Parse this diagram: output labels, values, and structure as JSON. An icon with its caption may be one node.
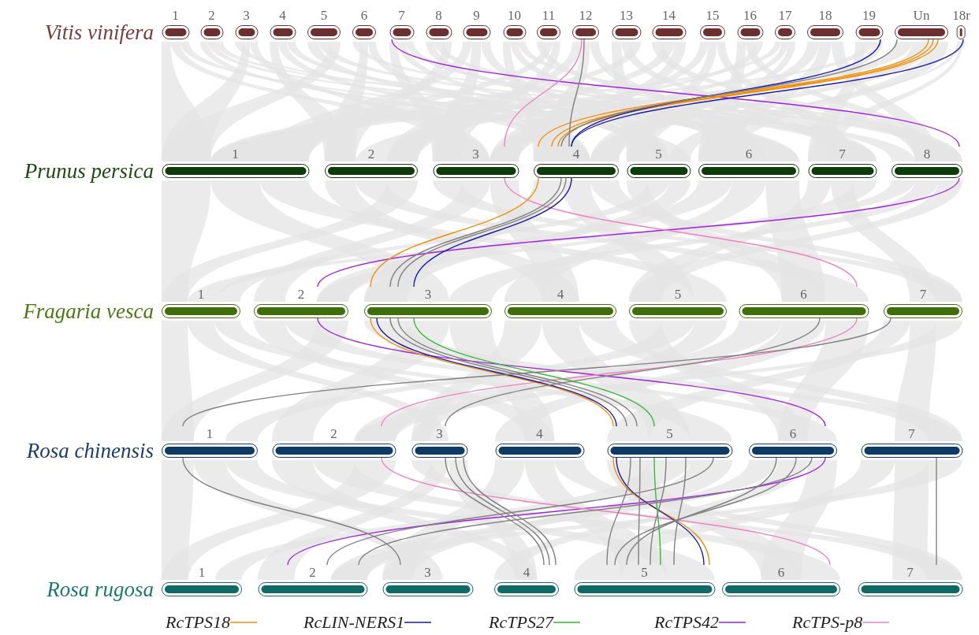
{
  "diagram": {
    "nodes": [
      {
        "text": [
          "1"
        ]
      },
      {
        "text": [
          "2"
        ]
      },
      {
        "text": [
          "3"
        ]
      },
      {
        "text": [
          "4"
        ]
      },
      {
        "text": [
          "5"
        ]
      },
      {
        "text": [
          "6"
        ]
      },
      {
        "text": [
          "7"
        ]
      },
      {
        "text": [
          "8"
        ]
      },
      {
        "text": [
          "9"
        ]
      },
      {
        "text": [
          "10"
        ]
      },
      {
        "text": [
          "11"
        ]
      },
      {
        "text": [
          "12"
        ]
      },
      {
        "text": [
          "13"
        ]
      },
      {
        "text": [
          "14"
        ]
      },
      {
        "text": [
          "15"
        ]
      },
      {
        "text": [
          "16"
        ]
      },
      {
        "text": [
          "17"
        ]
      },
      {
        "text": [
          "18"
        ]
      },
      {
        "text": [
          "19"
        ]
      },
      {
        "text": [
          "Un"
        ]
      },
      {
        "text": [
          "18r"
        ]
      },
      {
        "text": [
          "1"
        ]
      },
      {
        "text": [
          "2"
        ]
      },
      {
        "text": [
          "3"
        ]
      },
      {
        "text": [
          "4"
        ]
      },
      {
        "text": [
          "5"
        ]
      },
      {
        "text": [
          "6"
        ]
      },
      {
        "text": [
          "7"
        ]
      },
      {
        "text": [
          "8"
        ]
      },
      {
        "text": [
          "1"
        ]
      },
      {
        "text": [
          "2"
        ]
      },
      {
        "text": [
          "3"
        ]
      },
      {
        "text": [
          "4"
        ]
      },
      {
        "text": [
          "5"
        ]
      },
      {
        "text": [
          "6"
        ]
      },
      {
        "text": [
          "7"
        ]
      },
      {
        "text": [
          "1"
        ]
      },
      {
        "text": [
          "2"
        ]
      },
      {
        "text": [
          "3"
        ]
      },
      {
        "text": [
          "4"
        ]
      },
      {
        "text": [
          "5"
        ]
      },
      {
        "text": [
          "6"
        ]
      },
      {
        "text": [
          "7"
        ]
      },
      {
        "text": [
          "1"
        ]
      },
      {
        "text": [
          "2"
        ]
      },
      {
        "text": [
          "3"
        ]
      },
      {
        "text": [
          "4"
        ]
      },
      {
        "text": [
          "5"
        ]
      },
      {
        "text": [
          "6"
        ]
      },
      {
        "text": [
          "7"
        ]
      }
    ],
    "edges": [
      {
        "from": 6,
        "to": 28,
        "arrow": "none",
        "color": "#a020e0"
      },
      {
        "from": 28,
        "to": 30,
        "arrow": "none",
        "color": "#a020e0"
      },
      {
        "from": 30,
        "to": 41,
        "arrow": "none",
        "color": "#a020e0"
      },
      {
        "from": 41,
        "to": 44,
        "arrow": "none",
        "color": "#a020e0"
      },
      {
        "from": 11,
        "to": 23,
        "arrow": "none",
        "color": "#f080c0"
      },
      {
        "from": 23,
        "to": 34,
        "arrow": "none",
        "color": "#f080c0"
      },
      {
        "from": 34,
        "to": 37,
        "arrow": "none",
        "color": "#f080c0"
      },
      {
        "from": 37,
        "to": 48,
        "arrow": "none",
        "color": "#f080c0"
      },
      {
        "from": 19,
        "to": 24,
        "arrow": "none",
        "color": "#f0900a"
      },
      {
        "from": 19,
        "to": 24,
        "arrow": "none",
        "color": "#f0900a"
      },
      {
        "from": 19,
        "to": 24,
        "arrow": "none",
        "color": "#f0900a"
      },
      {
        "from": 24,
        "to": 31,
        "arrow": "none",
        "color": "#f0900a"
      },
      {
        "from": 31,
        "to": 40,
        "arrow": "none",
        "color": "#f0900a"
      },
      {
        "from": 40,
        "to": 47,
        "arrow": "none",
        "color": "#f0900a"
      },
      {
        "from": 18,
        "to": 24,
        "arrow": "none",
        "color": "#1a1aa8"
      },
      {
        "from": 20,
        "to": 24,
        "arrow": "none",
        "color": "#1a1aa8"
      },
      {
        "from": 24,
        "to": 31,
        "arrow": "none",
        "color": "#1a1aa8"
      },
      {
        "from": 31,
        "to": 40,
        "arrow": "none",
        "color": "#1a1aa8"
      },
      {
        "from": 40,
        "to": 47,
        "arrow": "none",
        "color": "#1a1aa8"
      },
      {
        "from": 31,
        "to": 40,
        "arrow": "none",
        "color": "#33bb33"
      },
      {
        "from": 40,
        "to": 47,
        "arrow": "none",
        "color": "#33bb33"
      },
      {
        "from": 11,
        "to": 24,
        "arrow": "none"
      },
      {
        "from": 19,
        "to": 24,
        "arrow": "none"
      },
      {
        "from": 24,
        "to": 31,
        "arrow": "none"
      },
      {
        "from": 24,
        "to": 31,
        "arrow": "none"
      },
      {
        "from": 31,
        "to": 40,
        "arrow": "none"
      },
      {
        "from": 31,
        "to": 40,
        "arrow": "none"
      },
      {
        "from": 34,
        "to": 38,
        "arrow": "none"
      },
      {
        "from": 35,
        "to": 36,
        "arrow": "none"
      },
      {
        "from": 36,
        "to": 45,
        "arrow": "none"
      },
      {
        "from": 38,
        "to": 46,
        "arrow": "none"
      },
      {
        "from": 38,
        "to": 46,
        "arrow": "none"
      },
      {
        "from": 38,
        "to": 46,
        "arrow": "none"
      },
      {
        "from": 40,
        "to": 47,
        "arrow": "none"
      },
      {
        "from": 40,
        "to": 47,
        "arrow": "none"
      },
      {
        "from": 40,
        "to": 47,
        "arrow": "none"
      },
      {
        "from": 40,
        "to": 47,
        "arrow": "none"
      },
      {
        "from": 41,
        "to": 47,
        "arrow": "none"
      },
      {
        "from": 41,
        "to": 47,
        "arrow": "none"
      },
      {
        "from": 40,
        "to": 44,
        "arrow": "none"
      },
      {
        "from": 41,
        "to": 44,
        "arrow": "none"
      },
      {
        "from": 42,
        "to": 49,
        "arrow": "none"
      }
    ],
    "labels": [
      "Vitis vinifera",
      "Prunus persica",
      "Fragaria vesca",
      "Rosa chinensis",
      "Rosa rugosa"
    ],
    "legend": [
      {
        "text": "RcTPS18"
      },
      {
        "text": "RcLIN-NERS1"
      },
      {
        "text": "RcTPS27"
      },
      {
        "text": "RcTPS42"
      },
      {
        "text": "RcTPS-p8"
      }
    ]
  }
}
